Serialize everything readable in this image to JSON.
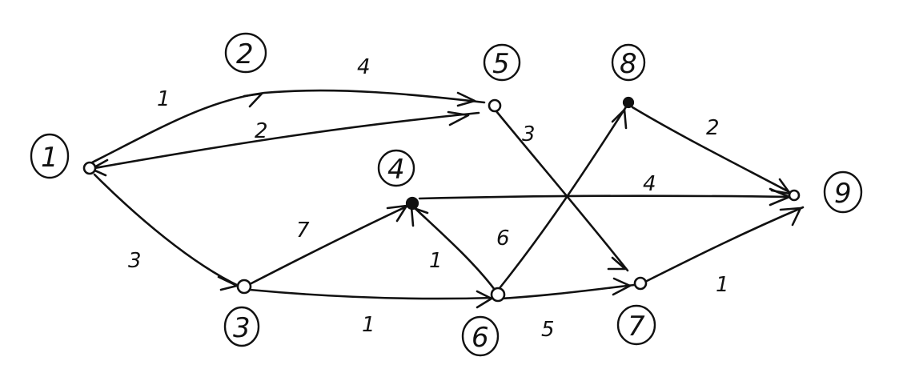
{
  "nodes": {
    "n1": "1",
    "n2": "2",
    "n3": "3",
    "n4": "4",
    "n5": "5",
    "n6": "6",
    "n7": "7",
    "n8": "8",
    "n9": "9"
  },
  "weights": {
    "e1_5_via2": "1",
    "e2_5": "4",
    "e5_1": "2",
    "e1_3": "3",
    "e3_4": "7",
    "e3_6": "1",
    "e6_4": "1",
    "e6_8": "6",
    "e6_7": "5",
    "e5_7": "3",
    "e4_9": "4",
    "e8_9": "2",
    "e7_9": "1"
  }
}
